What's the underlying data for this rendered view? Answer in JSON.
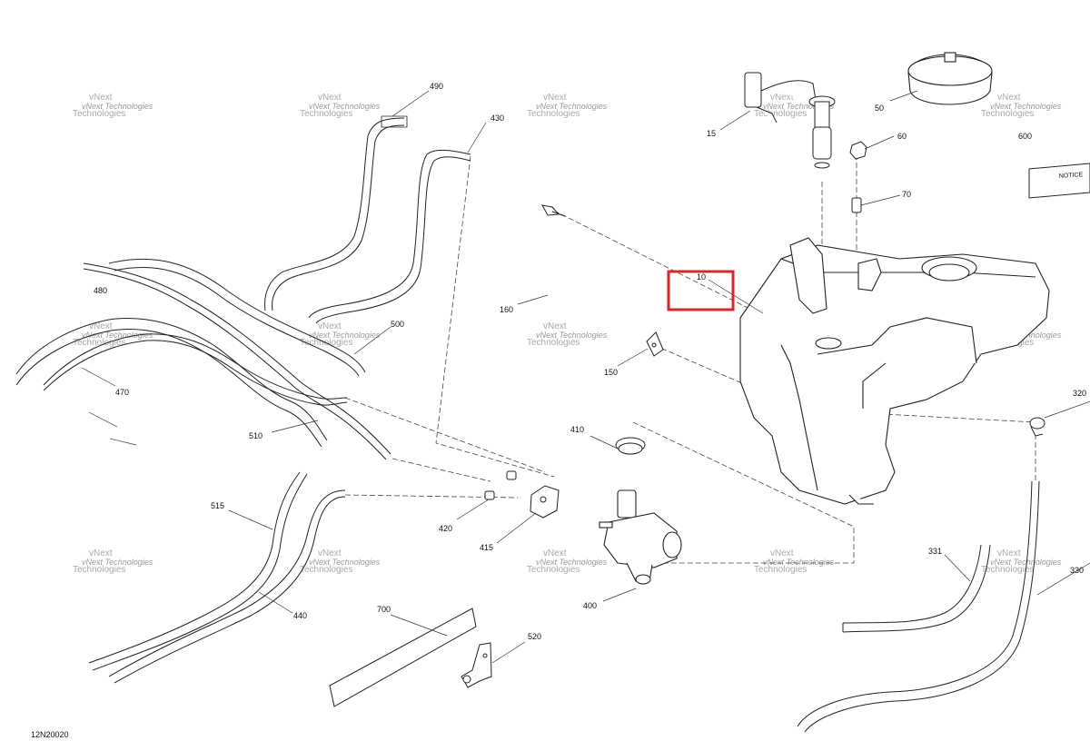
{
  "diagram": {
    "reference_code": "12N20020",
    "watermark_line1": "vNext",
    "watermark_line2": "Technologies",
    "watermark_line3": "vNext Technologies",
    "decal_text": "NOTICE",
    "highlight_color": "#d6282b",
    "line_color": "#222222"
  },
  "callouts": [
    {
      "id": "c490",
      "text": "490"
    },
    {
      "id": "c430",
      "text": "430"
    },
    {
      "id": "c15",
      "text": "15"
    },
    {
      "id": "c50",
      "text": "50"
    },
    {
      "id": "c60",
      "text": "60"
    },
    {
      "id": "c600",
      "text": "600"
    },
    {
      "id": "c70",
      "text": "70"
    },
    {
      "id": "c480",
      "text": "480"
    },
    {
      "id": "c10",
      "text": "10"
    },
    {
      "id": "c160",
      "text": "160"
    },
    {
      "id": "c500",
      "text": "500"
    },
    {
      "id": "c150",
      "text": "150"
    },
    {
      "id": "c470",
      "text": "470"
    },
    {
      "id": "c320",
      "text": "320"
    },
    {
      "id": "c510",
      "text": "510"
    },
    {
      "id": "c410",
      "text": "410"
    },
    {
      "id": "c515",
      "text": "515"
    },
    {
      "id": "c420",
      "text": "420"
    },
    {
      "id": "c415",
      "text": "415"
    },
    {
      "id": "c331",
      "text": "331"
    },
    {
      "id": "c330",
      "text": "330"
    },
    {
      "id": "c440",
      "text": "440"
    },
    {
      "id": "c400",
      "text": "400"
    },
    {
      "id": "c700",
      "text": "700"
    },
    {
      "id": "c520",
      "text": "520"
    }
  ]
}
